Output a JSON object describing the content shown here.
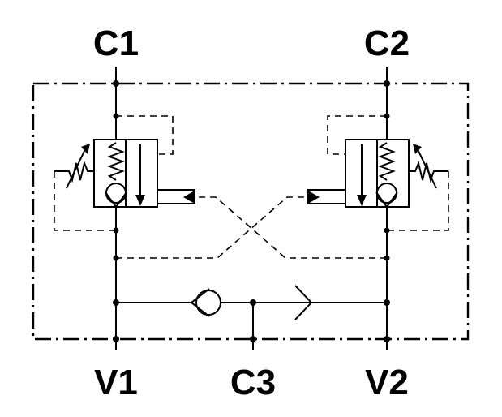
{
  "ports": {
    "c1": "C1",
    "c2": "C2",
    "v1": "V1",
    "v2": "V2",
    "c3": "C3"
  },
  "colors": {
    "line": "#000000",
    "background": "#ffffff"
  },
  "icons": [
    "spring-icon",
    "check-valve-icon",
    "pilot-arrow-icon"
  ]
}
